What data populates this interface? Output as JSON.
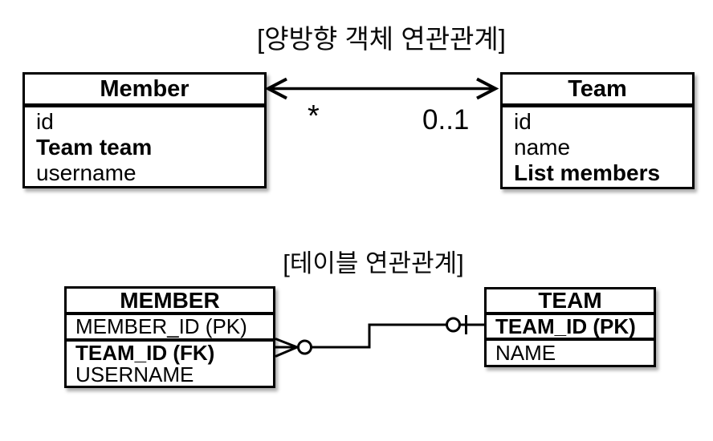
{
  "colors": {
    "background": "#ffffff",
    "line": "#000000",
    "text": "#000000"
  },
  "object_diagram": {
    "title": "[양방향 객체 연관관계]",
    "member_class": {
      "title": "Member",
      "fields": [
        "id",
        "Team team",
        "username"
      ]
    },
    "team_class": {
      "title": "Team",
      "fields": [
        "id",
        "name",
        "List members"
      ]
    },
    "association": {
      "arrow": "bidirectional",
      "member_side_multiplicity": "*",
      "team_side_multiplicity": "0..1"
    }
  },
  "table_diagram": {
    "title": "[테이블 연관관계]",
    "member_table": {
      "title": "MEMBER",
      "rows": [
        "MEMBER_ID (PK)",
        "TEAM_ID (FK)",
        "USERNAME"
      ]
    },
    "team_table": {
      "title": "TEAM",
      "rows": [
        "TEAM_ID (PK)",
        "NAME"
      ]
    },
    "relationship": {
      "member_side_icon": "crows-foot-zero-or-many-icon",
      "team_side_icon": "zero-or-one-icon"
    }
  }
}
